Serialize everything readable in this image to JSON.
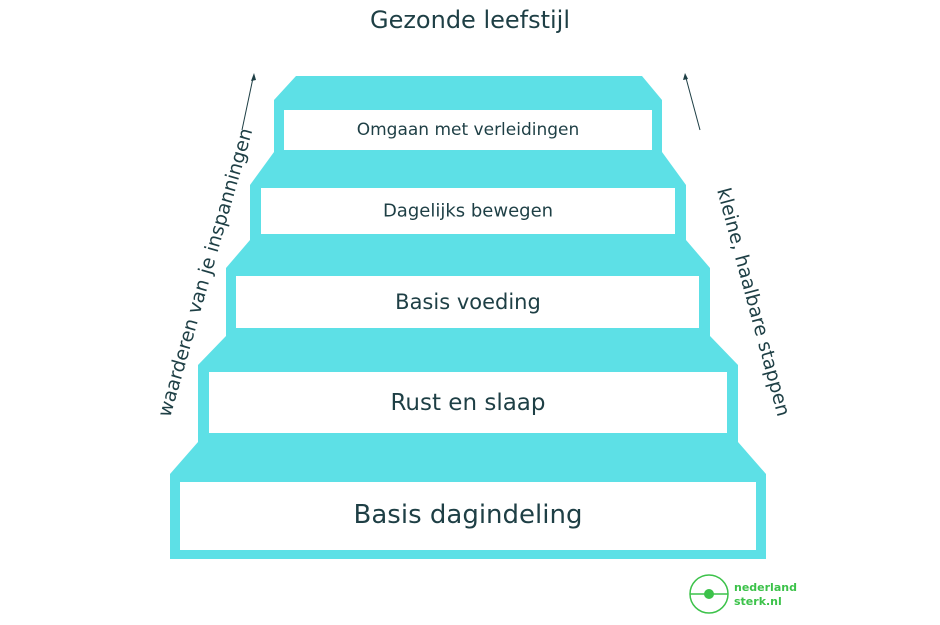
{
  "title": "Gezonde leefstijl",
  "steps": [
    {
      "label": "Omgaan met verleidingen"
    },
    {
      "label": "Dagelijks bewegen"
    },
    {
      "label": "Basis voeding"
    },
    {
      "label": "Rust en slaap"
    },
    {
      "label": "Basis dagindeling"
    }
  ],
  "left_arrow_label": "waarderen van je inspanningen",
  "right_arrow_label": "kleine, haalbare stappen",
  "logo": {
    "line1": "nederland",
    "line2": "sterk.nl"
  },
  "colors": {
    "step_fill": "#5de0e6",
    "text": "#1e3f45",
    "logo": "#3cc24a"
  }
}
